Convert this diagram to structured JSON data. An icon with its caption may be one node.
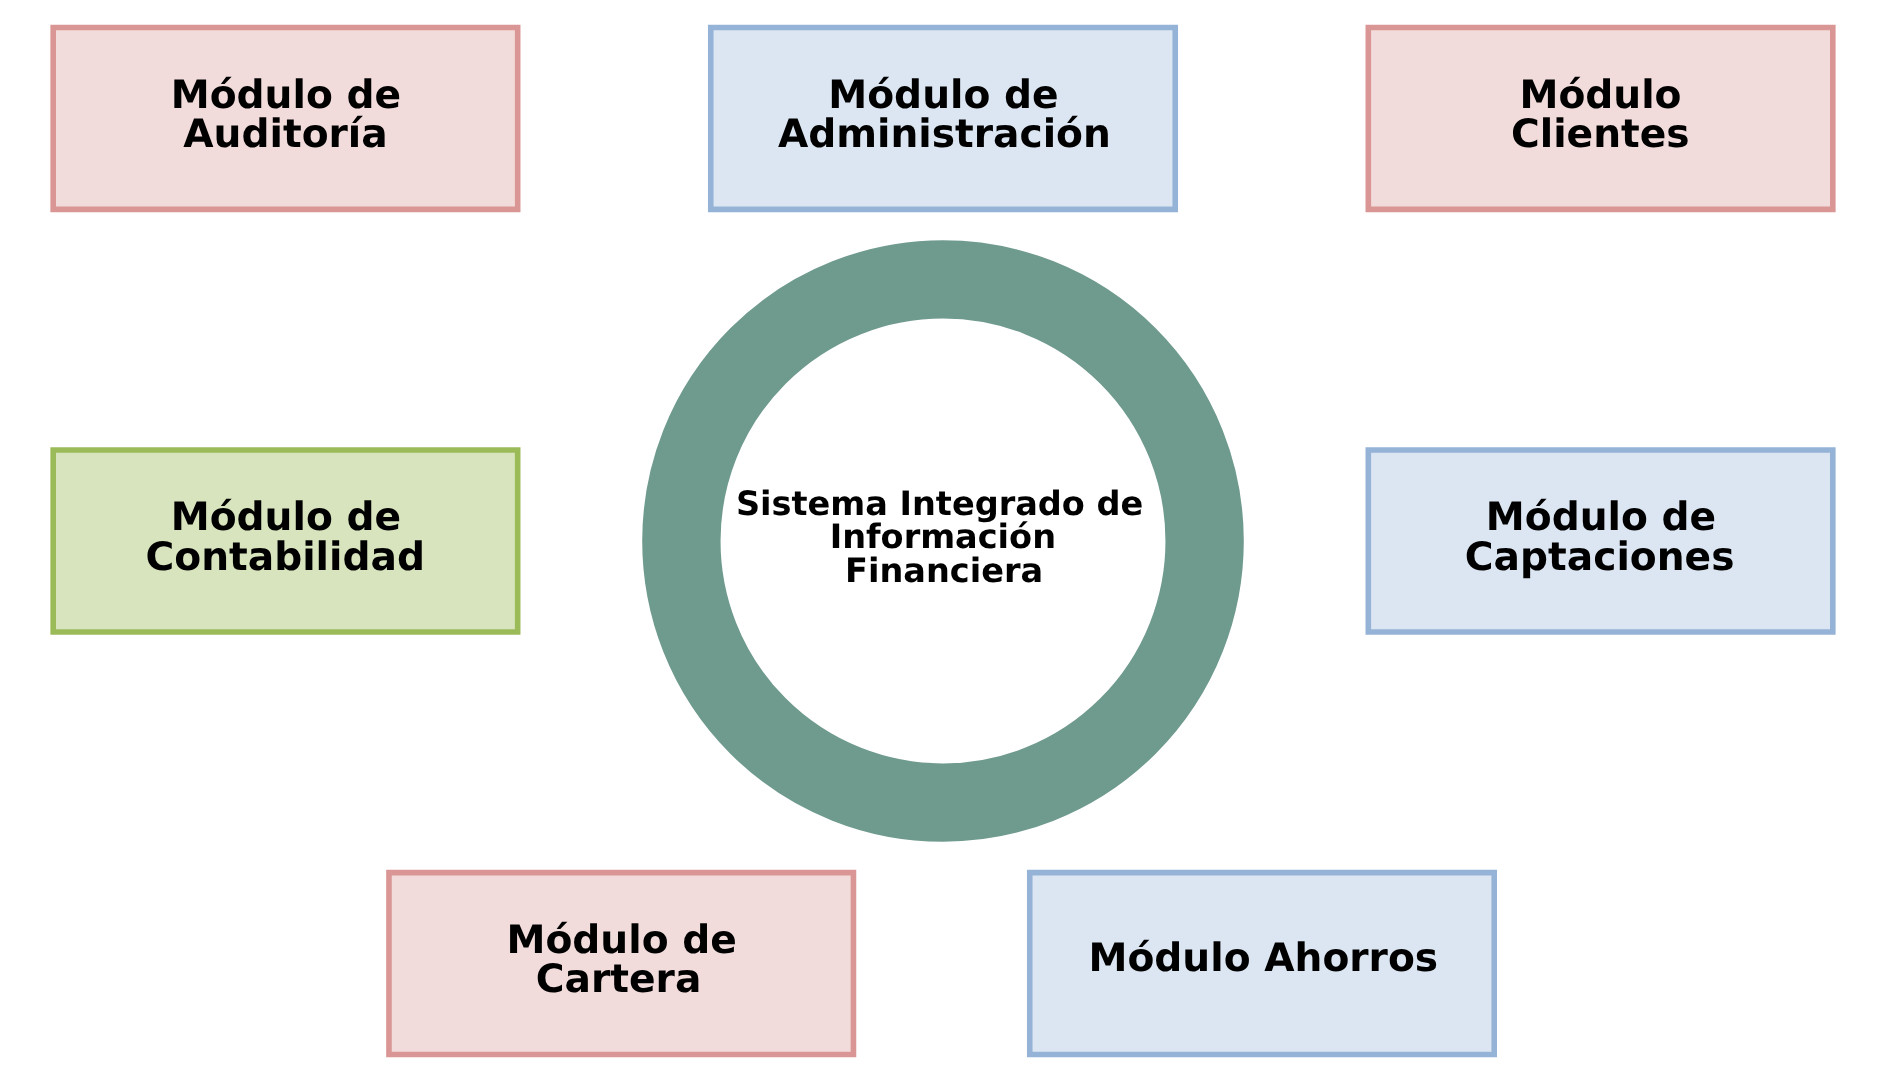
{
  "diagram": {
    "nodes": [
      {
        "text": [
          "Módulo de Administración"
        ]
      },
      {
        "text": [
          "Módulo de Auditoría"
        ]
      },
      {
        "text": [
          "Módulo Clientes"
        ]
      },
      {
        "text": [
          "Módulo de Contabilidad"
        ]
      },
      {
        "text": [
          "Sistema Integrado de Información Financiera"
        ]
      },
      {
        "text": [
          "Módulo de Captaciones"
        ]
      },
      {
        "text": [
          "Módulo de Cartera"
        ]
      },
      {
        "text": [
          "Módulo Ahorros"
        ]
      }
    ]
  }
}
